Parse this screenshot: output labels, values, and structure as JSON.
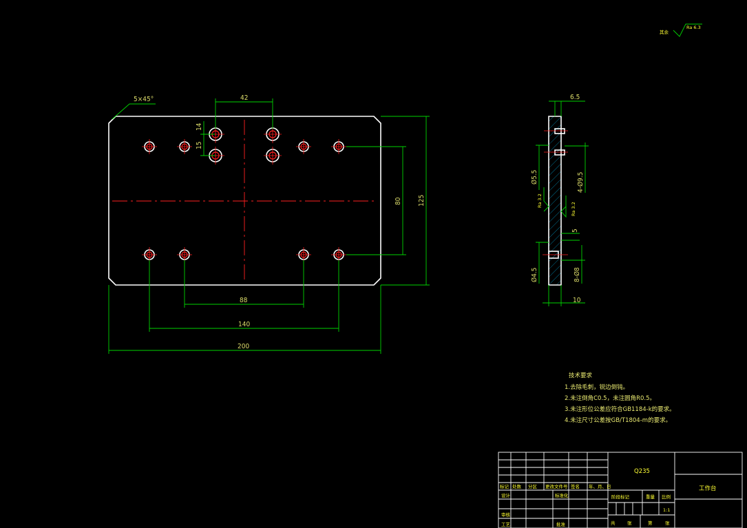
{
  "surface_note": {
    "prefix": "其余",
    "roughness": "Ra 6.3"
  },
  "dimensions": {
    "chamfer": "5×45°",
    "hole_spacing_top": "42",
    "hole_offset_top": "14",
    "hole_offset_mid": "15",
    "inner_height": "80",
    "outer_height": "125",
    "inner_width": "88",
    "hole_span": "140",
    "overall_width": "200",
    "side_top_gap": "6.5",
    "side_cbore_dia": "Ø5.5",
    "side_hole_spec": "4-Ø9.5",
    "side_rough_1": "Ra 3.2",
    "side_rough_2": "Ra 3.2",
    "side_step": "5",
    "side_bottom_dia": "Ø4.5",
    "side_bottom_spec": "8-Ø8",
    "side_thickness": "10"
  },
  "tech_requirements": {
    "title": "技术要求",
    "items": [
      "1.去除毛刺，锐边倒钝。",
      "2.未注倒角C0.5，未注圆角R0.5。",
      "3.未注形位公差应符合GB1184-k的要求。",
      "4.未注尺寸公差按GB/T1804-m的要求。"
    ]
  },
  "title_block": {
    "material": "Q235",
    "part_name": "工作台",
    "rev_row": [
      "标记",
      "处数",
      "分区",
      "更改文件号",
      "签名",
      "年、月、日"
    ],
    "design": "设计",
    "standardize": "标准化",
    "review": "审核",
    "process": "工艺",
    "approve": "批准",
    "stage_mark": "阶段标记",
    "weight": "重量",
    "scale_label": "比例",
    "scale": "1:1",
    "sheets_total": "共",
    "sheet_label": "张",
    "sheet_no": "第",
    "sheet_label2": "张"
  },
  "colors": {
    "background": "#000000",
    "outline": "#ffffff",
    "dimension": "#00d400",
    "centerline": "#ff2020",
    "text": "#ffff33",
    "hatch": "#00a6d6"
  }
}
